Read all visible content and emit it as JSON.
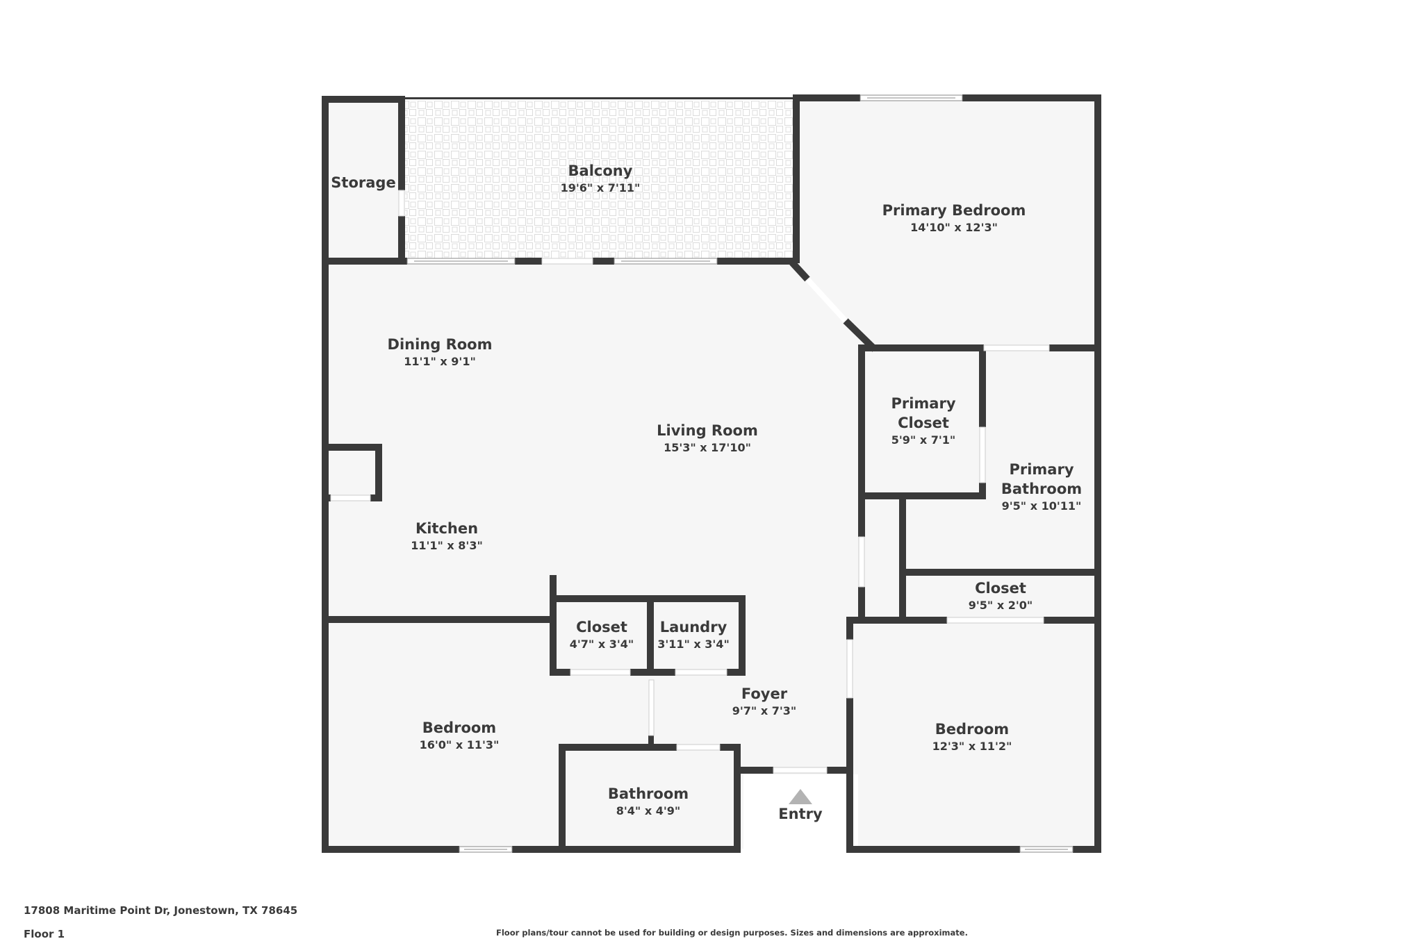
{
  "colors": {
    "wall": "#3a3a3a",
    "floor": "#f6f6f6",
    "background": "#ffffff",
    "opening": "#ffffff",
    "tile_line": "#dcdcdc",
    "entry_marker": "#b3b3b3"
  },
  "rooms": [
    {
      "id": "storage",
      "name": "Storage",
      "dims": ""
    },
    {
      "id": "balcony",
      "name": "Balcony",
      "dims": "19'6\" x 7'11\""
    },
    {
      "id": "primary-bedroom",
      "name": "Primary Bedroom",
      "dims": "14'10\" x 12'3\""
    },
    {
      "id": "dining-room",
      "name": "Dining Room",
      "dims": "11'1\" x 9'1\""
    },
    {
      "id": "living-room",
      "name": "Living Room",
      "dims": "15'3\" x 17'10\""
    },
    {
      "id": "primary-closet",
      "name_line1": "Primary",
      "name_line2": "Closet",
      "dims": "5'9\" x 7'1\""
    },
    {
      "id": "primary-bathroom",
      "name_line1": "Primary",
      "name_line2": "Bathroom",
      "dims": "9'5\" x 10'11\""
    },
    {
      "id": "kitchen",
      "name": "Kitchen",
      "dims": "11'1\" x 8'3\""
    },
    {
      "id": "closet-hall",
      "name": "Closet",
      "dims": "9'5\" x 2'0\""
    },
    {
      "id": "closet-foyer",
      "name": "Closet",
      "dims": "4'7\" x 3'4\""
    },
    {
      "id": "laundry",
      "name": "Laundry",
      "dims": "3'11\" x 3'4\""
    },
    {
      "id": "foyer",
      "name": "Foyer",
      "dims": "9'7\" x 7'3\""
    },
    {
      "id": "bedroom-1",
      "name": "Bedroom",
      "dims": "16'0\" x 11'3\""
    },
    {
      "id": "bedroom-2",
      "name": "Bedroom",
      "dims": "12'3\" x 11'2\""
    },
    {
      "id": "bathroom",
      "name": "Bathroom",
      "dims": "8'4\" x 4'9\""
    }
  ],
  "entry": {
    "label": "Entry",
    "icon": "triangle-up-icon"
  },
  "footer": {
    "address": "17808 Maritime Point Dr, Jonestown, TX 78645",
    "floor": "Floor 1",
    "disclaimer": "Floor plans/tour cannot be used for building or design purposes. Sizes and dimensions are approximate."
  }
}
